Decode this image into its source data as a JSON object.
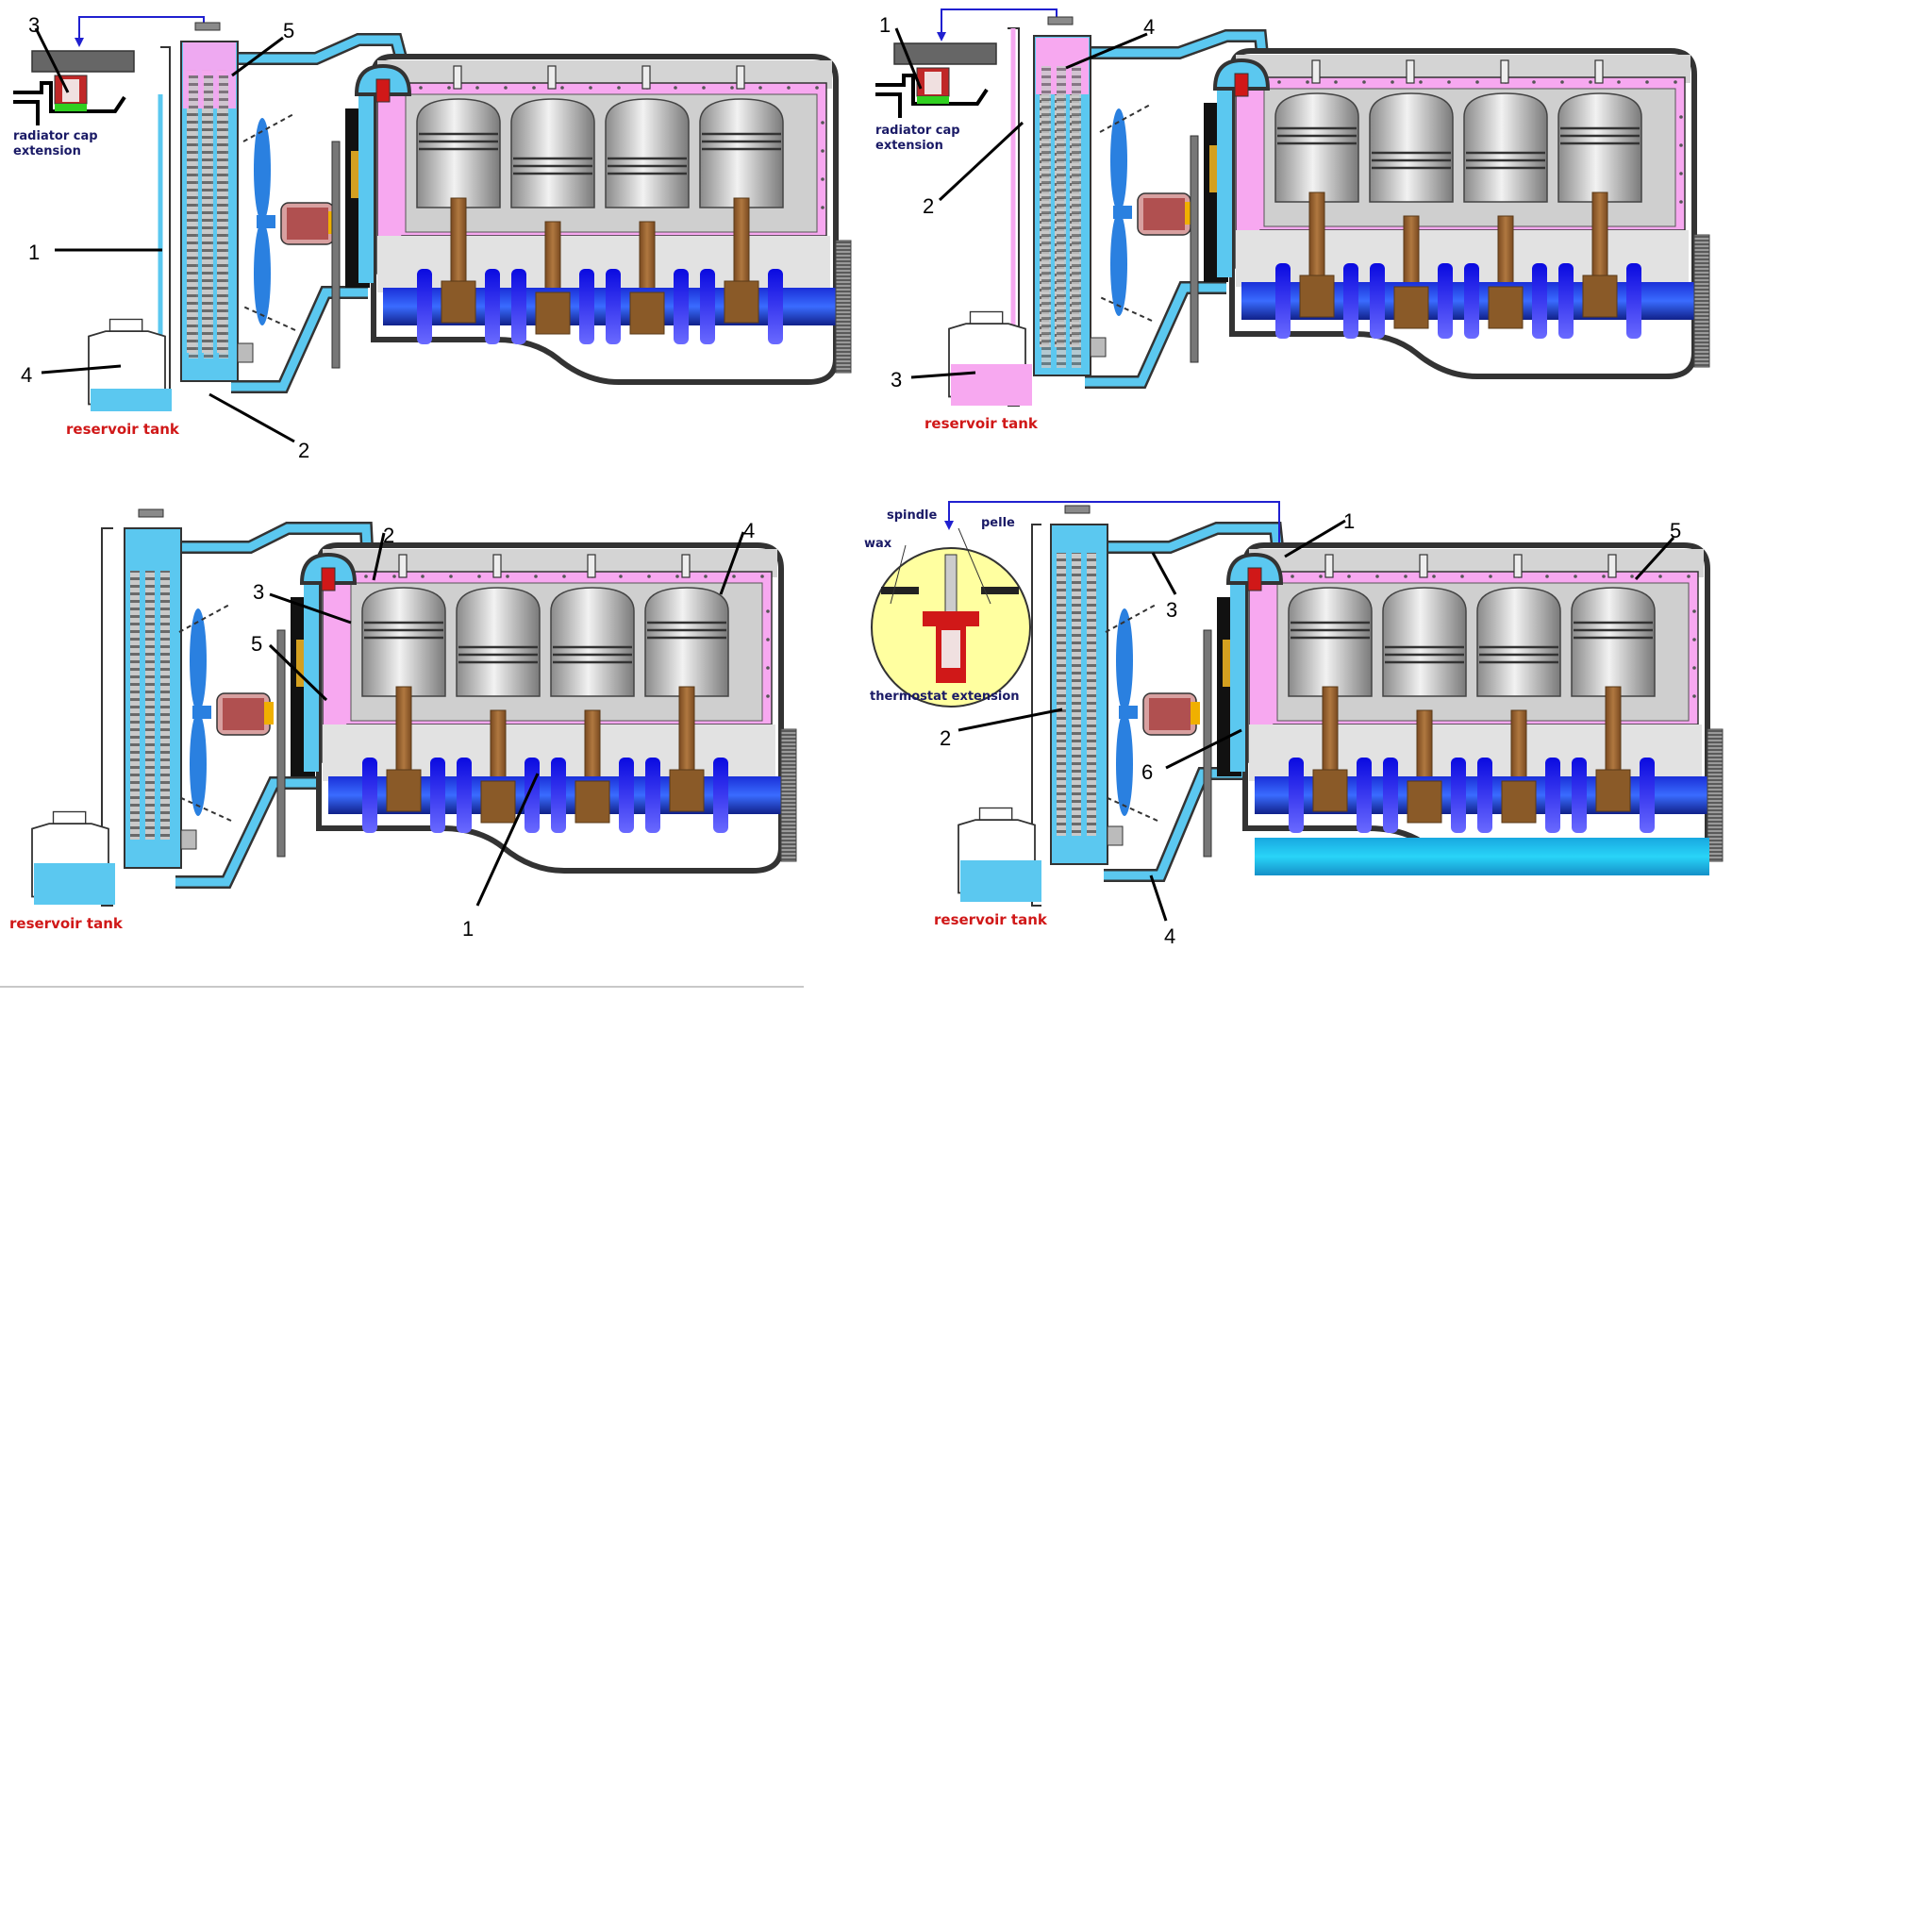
{
  "colors": {
    "coolant_cold": "#5bc8f0",
    "coolant_hot": "#f7a8f0",
    "crank_blue": "#1a3cf0",
    "rod_brown": "#9a6634",
    "block_grey": "#d9d9d9",
    "outline": "#333333",
    "label_red": "#d01818",
    "label_navy": "#1a1a66"
  },
  "panels": [
    {
      "id": "top-left",
      "cap_extension": {
        "line1": "radiator cap",
        "line2": "extension"
      },
      "reservoir_label": "reservoir tank",
      "reservoir_fill": "cold",
      "callouts": [
        "1",
        "2",
        "3",
        "4",
        "5"
      ]
    },
    {
      "id": "top-right",
      "cap_extension": {
        "line1": "radiator cap",
        "line2": "extension"
      },
      "reservoir_label": "reservoir tank",
      "reservoir_fill": "hot",
      "callouts": [
        "1",
        "2",
        "3",
        "4"
      ]
    },
    {
      "id": "bottom-left",
      "reservoir_label": "reservoir tank",
      "reservoir_fill": "cold",
      "callouts": [
        "1",
        "2",
        "3",
        "4",
        "5"
      ]
    },
    {
      "id": "bottom-right",
      "thermostat_extension": {
        "title": "thermostat extension",
        "spindle": "spindle",
        "pelle": "pelle",
        "wax": "wax"
      },
      "reservoir_label": "reservoir tank",
      "reservoir_fill": "cold",
      "callouts": [
        "1",
        "2",
        "3",
        "4",
        "5",
        "6"
      ]
    }
  ]
}
